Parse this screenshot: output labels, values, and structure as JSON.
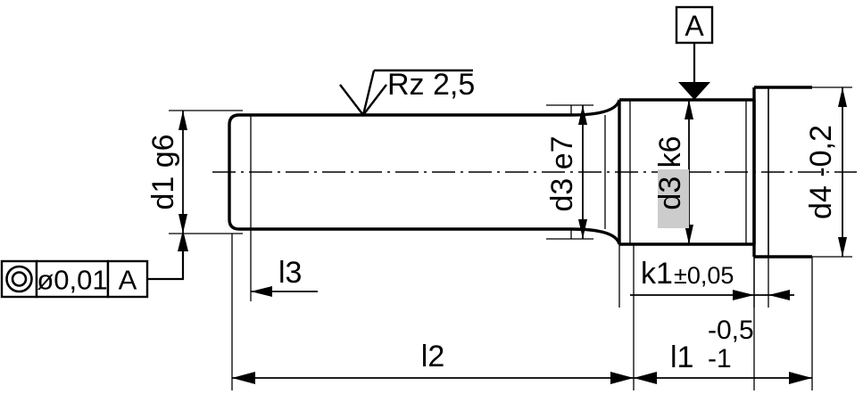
{
  "drawing": {
    "type": "engineering-shaft-drawing",
    "title": "Shaft with flange - dimensioned technical drawing",
    "line_color": "#000000",
    "background_color": "#ffffff",
    "highlight_color": "#cccccc"
  },
  "surface_finish": {
    "symbol": "surface-roughness-triangle",
    "label": "Rz 2,5"
  },
  "datum": {
    "label": "A",
    "symbol": "datum-triangle-filled"
  },
  "feature_control_frame": {
    "symbol_name": "concentricity-symbol",
    "tolerance": "ø0,01",
    "datum_reference": "A"
  },
  "diameters": [
    {
      "name": "d1",
      "base": "d1",
      "fit": "g6",
      "full": "d1 g6",
      "orientation": "vertical"
    },
    {
      "name": "d3_e7",
      "base": "d3",
      "fit": "e7",
      "full": "d3 e7",
      "orientation": "vertical"
    },
    {
      "name": "d3_k6",
      "base": "d3",
      "fit": "k6",
      "full": "d3 k6",
      "orientation": "vertical",
      "highlighted": true
    },
    {
      "name": "d4",
      "base": "d4",
      "tolerance": "-0,2",
      "full": "d4 -0,2",
      "orientation": "vertical"
    }
  ],
  "lengths": [
    {
      "name": "l3",
      "label": "l3",
      "tolerance": ""
    },
    {
      "name": "l2",
      "label": "l2",
      "tolerance": ""
    },
    {
      "name": "l1",
      "label": "l1",
      "tolerance_upper": "-0,5",
      "tolerance_lower": "-1"
    },
    {
      "name": "k1",
      "label": "k1",
      "tolerance": "±0,05"
    }
  ]
}
